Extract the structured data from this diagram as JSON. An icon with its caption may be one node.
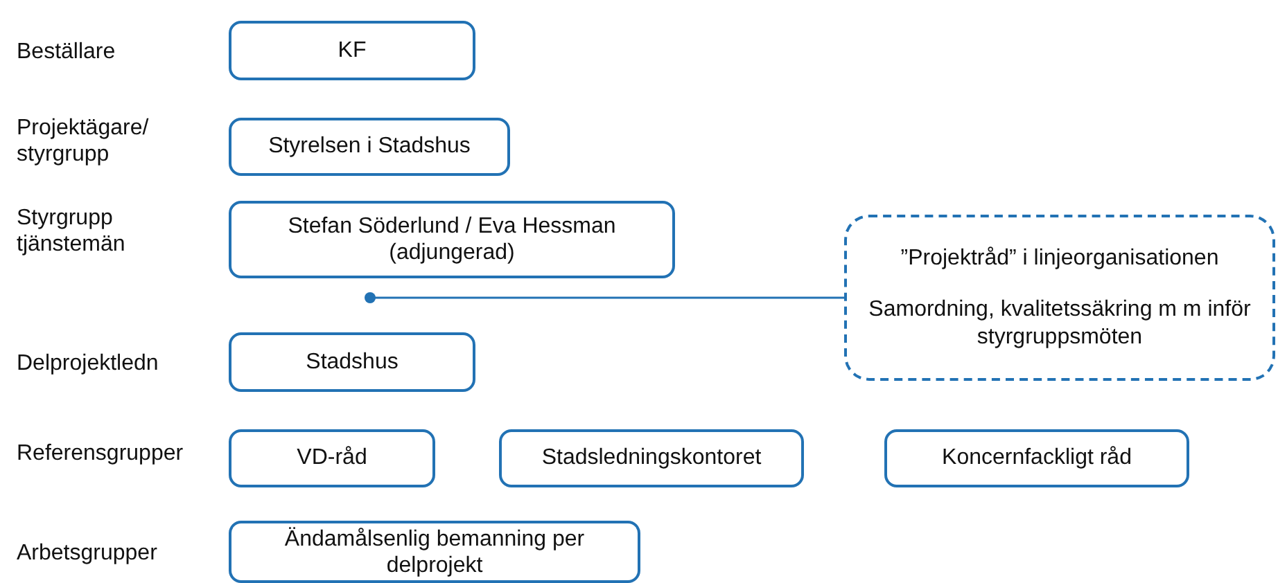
{
  "diagram": {
    "nodes": [
      {
        "text": [
          "KF"
        ]
      },
      {
        "text": [
          "Styrelsen i Stadshus"
        ]
      },
      {
        "text": [
          "Stefan Söderlund / Eva Hessman (adjungerad)"
        ]
      },
      {
        "text": [
          "”Projektråd” i linjeorganisationen",
          "Samordning, kvalitetssäkring m m inför styrgruppsmöten"
        ]
      },
      {
        "text": [
          "Stadshus"
        ]
      },
      {
        "text": [
          "VD-råd"
        ]
      },
      {
        "text": [
          "Stadsledningskontoret"
        ]
      },
      {
        "text": [
          "Koncernfackligt råd"
        ]
      },
      {
        "text": [
          "Ändamålsenlig bemanning per delprojekt"
        ]
      }
    ],
    "edges": [
      {
        "from": 2,
        "to": 3,
        "arrow": "other"
      }
    ],
    "labels": [
      "Beställare",
      "Projektägare/ styrgrupp",
      "Styrgrupp tjänstemän",
      "Delprojektledn",
      "Referensgrupper",
      "Arbetsgrupper"
    ]
  }
}
